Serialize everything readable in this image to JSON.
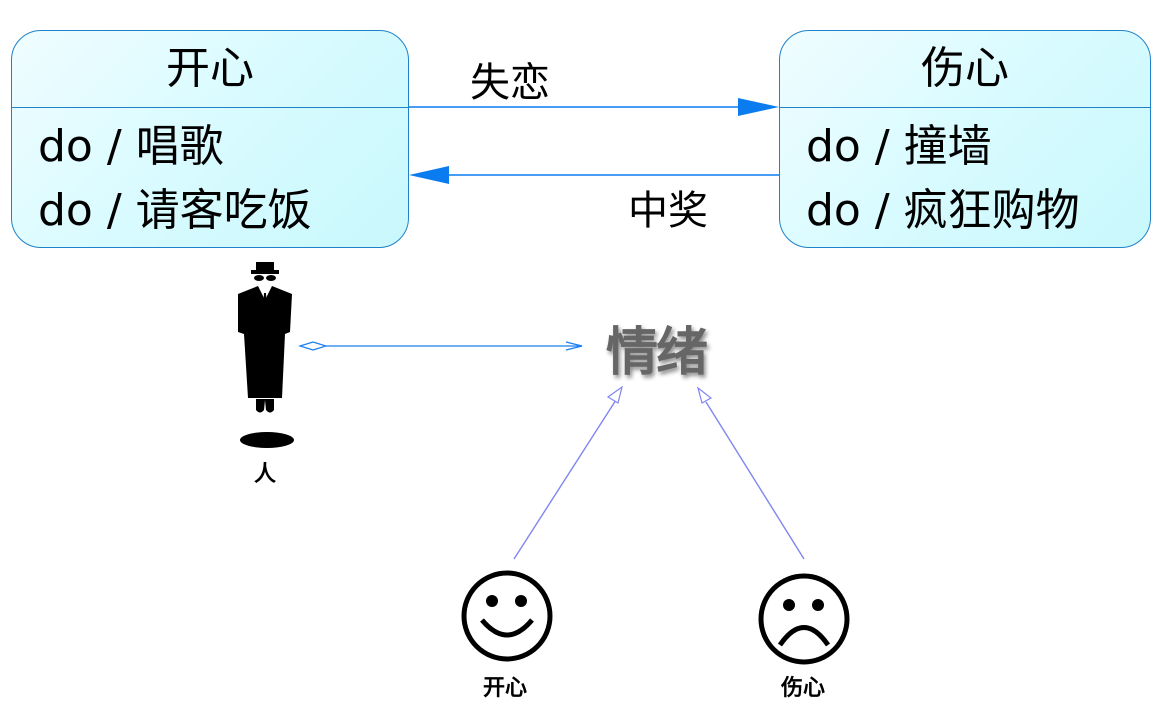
{
  "states": {
    "happy": {
      "title": "开心",
      "activities": [
        "do / 唱歌",
        "do / 请客吃饭"
      ]
    },
    "sad": {
      "title": "伤心",
      "activities": [
        "do / 撞墙",
        "do / 疯狂购物"
      ]
    }
  },
  "transitions": {
    "happy_to_sad": "失恋",
    "sad_to_happy": "中奖"
  },
  "class_diagram": {
    "person_label": "人",
    "emotion_label": "情绪",
    "happy_label": "开心",
    "sad_label": "伤心"
  },
  "colors": {
    "state_border": "#1f82c8",
    "transition_arrow": "#0a7cf0",
    "generalization_line": "#7f86f0"
  }
}
